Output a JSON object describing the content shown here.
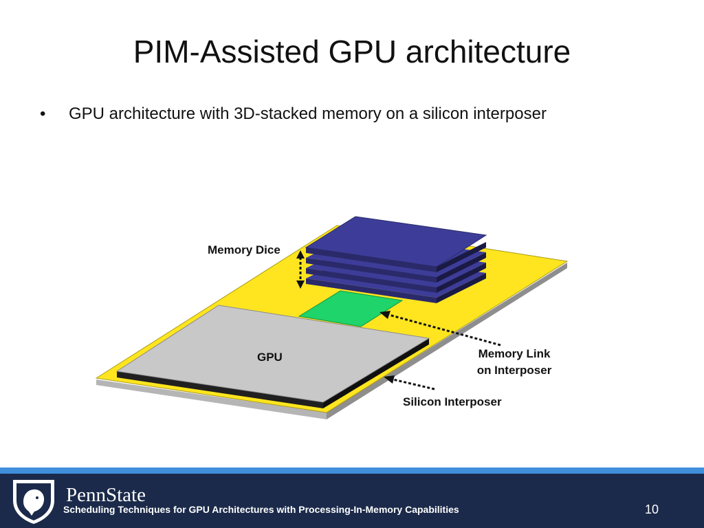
{
  "slide": {
    "title": "PIM-Assisted GPU architecture",
    "bullet_marker": "•",
    "bullet_text": "GPU architecture with 3D-stacked memory on a silicon interposer"
  },
  "diagram": {
    "labels": {
      "memory_dice": "Memory Dice",
      "gpu": "GPU",
      "memory_link_line1": "Memory Link",
      "memory_link_line2": "on Interposer",
      "silicon_interposer": "Silicon Interposer"
    },
    "colors": {
      "interposer": "#ffe51f",
      "gpu": "#c8c8c8",
      "memory_die": "#3d3d99",
      "memory_link": "#1fd46a"
    }
  },
  "footer": {
    "brand": "PennState",
    "subtitle": "Scheduling Techniques for GPU Architectures with Processing-In-Memory Capabilities",
    "page_number": "10",
    "colors": {
      "bar": "#1b2a4a",
      "stripe": "#3f8fdc"
    }
  }
}
